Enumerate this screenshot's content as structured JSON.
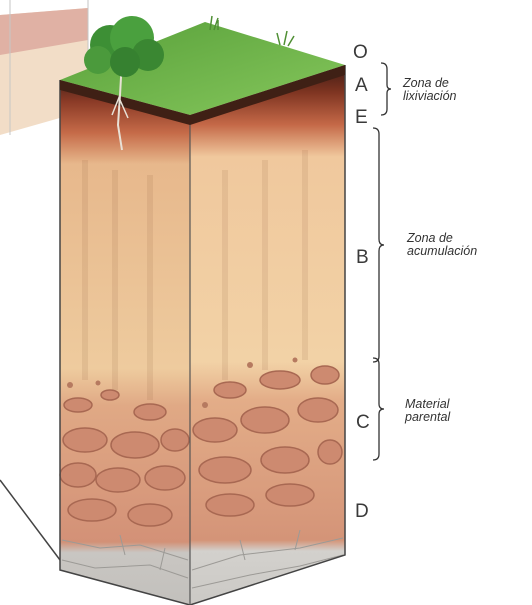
{
  "horizons": [
    {
      "letter": "O"
    },
    {
      "letter": "A"
    },
    {
      "letter": "E"
    },
    {
      "letter": "B"
    },
    {
      "letter": "C"
    },
    {
      "letter": "D"
    }
  ],
  "zones": [
    {
      "label": "Zona de\nlixiviación"
    },
    {
      "label": "Zona de\nacumulación"
    },
    {
      "label": "Material\nparental"
    }
  ],
  "colors": {
    "grass": "#6fb34a",
    "humus": "#5a2a1c",
    "eluvial": "#b8583a",
    "subsoil": "#eac79a",
    "parent_rock": "#cf8f74",
    "bedrock": "#c9c9c6",
    "tree": "#3d8f35"
  }
}
